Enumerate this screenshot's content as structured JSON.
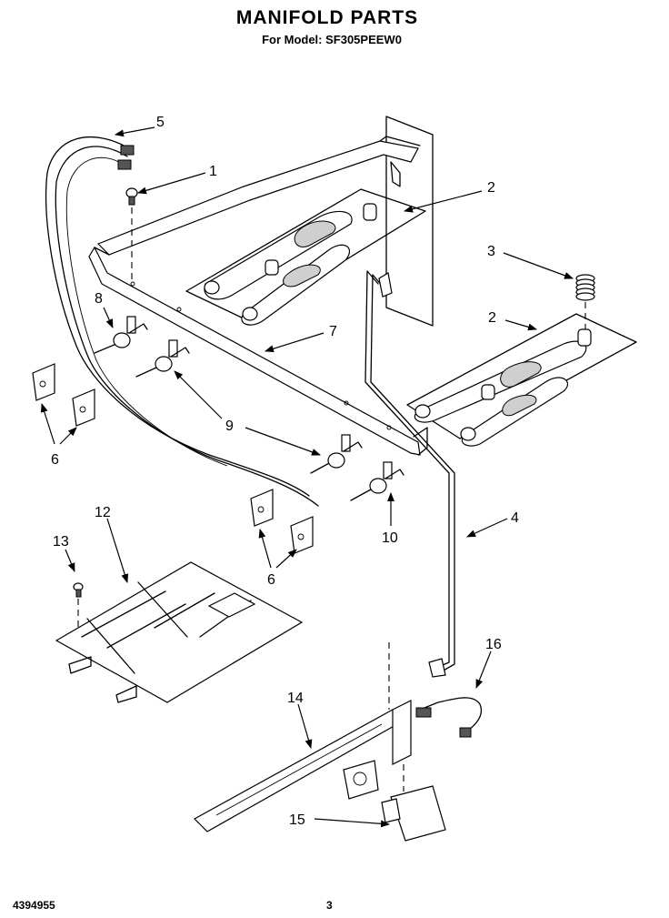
{
  "header": {
    "title": "MANIFOLD PARTS",
    "subtitle": "For Model: SF305PEEW0"
  },
  "footer": {
    "document_number": "4394955",
    "page_number": "3"
  },
  "callouts": [
    {
      "id": "c1",
      "label": "1"
    },
    {
      "id": "c2a",
      "label": "2"
    },
    {
      "id": "c2b",
      "label": "2"
    },
    {
      "id": "c3",
      "label": "3"
    },
    {
      "id": "c4",
      "label": "4"
    },
    {
      "id": "c5",
      "label": "5"
    },
    {
      "id": "c6a",
      "label": "6"
    },
    {
      "id": "c6b",
      "label": "6"
    },
    {
      "id": "c7",
      "label": "7"
    },
    {
      "id": "c8",
      "label": "8"
    },
    {
      "id": "c9",
      "label": "9"
    },
    {
      "id": "c10",
      "label": "10"
    },
    {
      "id": "c12",
      "label": "12"
    },
    {
      "id": "c13",
      "label": "13"
    },
    {
      "id": "c14",
      "label": "14"
    },
    {
      "id": "c15",
      "label": "15"
    },
    {
      "id": "c16",
      "label": "16"
    }
  ]
}
